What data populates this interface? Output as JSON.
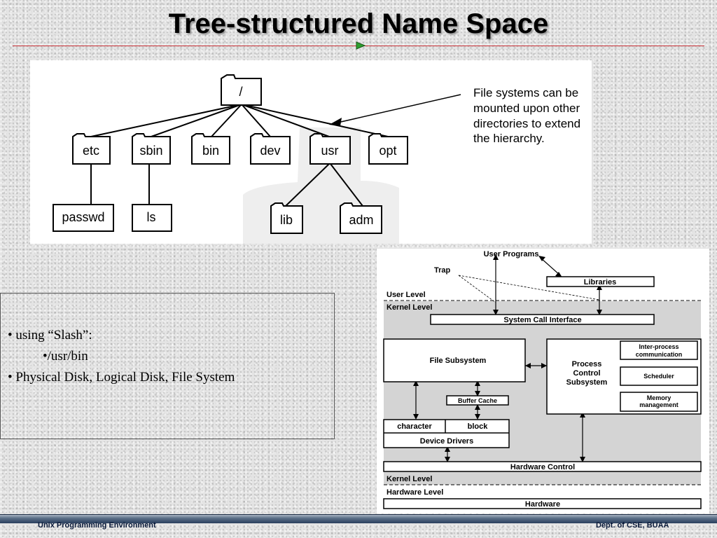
{
  "title": "Tree-structured Name Space",
  "tree": {
    "root": "/",
    "level1": [
      "etc",
      "sbin",
      "bin",
      "dev",
      "usr",
      "opt"
    ],
    "etc_child": "passwd",
    "sbin_child": "ls",
    "usr_children": [
      "lib",
      "adm"
    ],
    "note": [
      "File systems can be",
      "mounted upon other",
      "directories to extend",
      "the hierarchy."
    ]
  },
  "bullets": {
    "b1": "• using “Slash”:",
    "b2": "•/usr/bin",
    "b3": "• Physical Disk, Logical Disk, File System"
  },
  "arch": {
    "user_programs": "User Programs",
    "trap": "Trap",
    "libraries": "Libraries",
    "user_level": "User Level",
    "kernel_level": "Kernel Level",
    "system_call_interface": "System Call Interface",
    "file_subsystem": "File Subsystem",
    "process_control": [
      "Process",
      "Control",
      "Subsystem"
    ],
    "ipc": [
      "Inter-process",
      "communication"
    ],
    "scheduler": "Scheduler",
    "memory": [
      "Memory",
      "management"
    ],
    "buffer_cache": "Buffer Cache",
    "character": "character",
    "block": "block",
    "device_drivers": "Device Drivers",
    "hardware_control": "Hardware Control",
    "kernel_level_bottom": "Kernel Level",
    "hardware_level": "Hardware Level",
    "hardware": "Hardware"
  },
  "footer": {
    "left": "Unix Programming Environment",
    "right": "Dept. of CSE, BUAA"
  },
  "colors": {
    "rule": "#c0282e",
    "arrow": "#2e9e2e",
    "kernel_shade": "#d4d4d4"
  }
}
